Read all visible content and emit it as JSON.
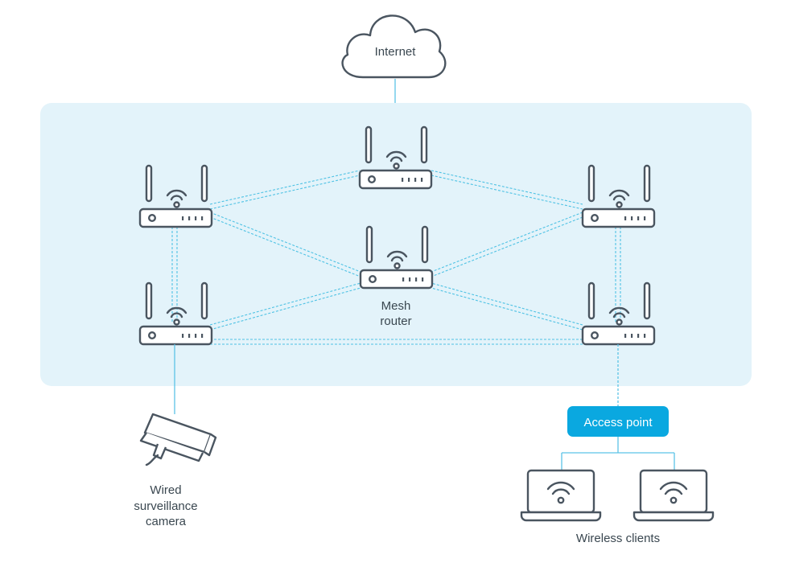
{
  "labels": {
    "internet": "Internet",
    "mesh_router_line1": "Mesh",
    "mesh_router_line2": "router",
    "access_point": "Access point",
    "camera_line1": "Wired",
    "camera_line2": "surveillance",
    "camera_line3": "camera",
    "wireless_clients": "Wireless clients"
  },
  "colors": {
    "mesh_zone": "#e3f3fa",
    "link": "#4fc2e4",
    "access_point": "#0aa8e0",
    "device_stroke": "#4a5560",
    "text": "#3a4750"
  },
  "icons": [
    "cloud-icon",
    "router-icon",
    "wifi-icon",
    "camera-icon",
    "laptop-icon"
  ]
}
